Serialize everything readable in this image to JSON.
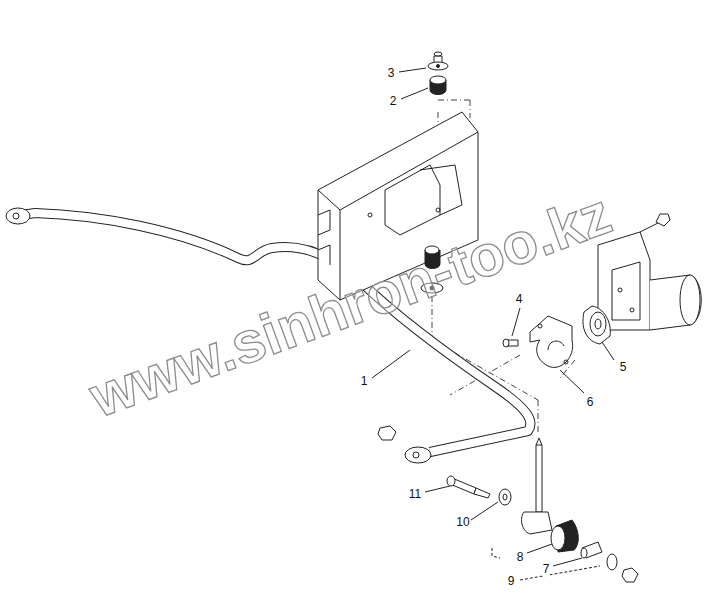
{
  "diagram": {
    "labels": [
      "3",
      "2",
      "4",
      "5",
      "1",
      "6",
      "11",
      "10",
      "8",
      "7",
      "9",
      "www.sinhron-too.kz"
    ]
  }
}
